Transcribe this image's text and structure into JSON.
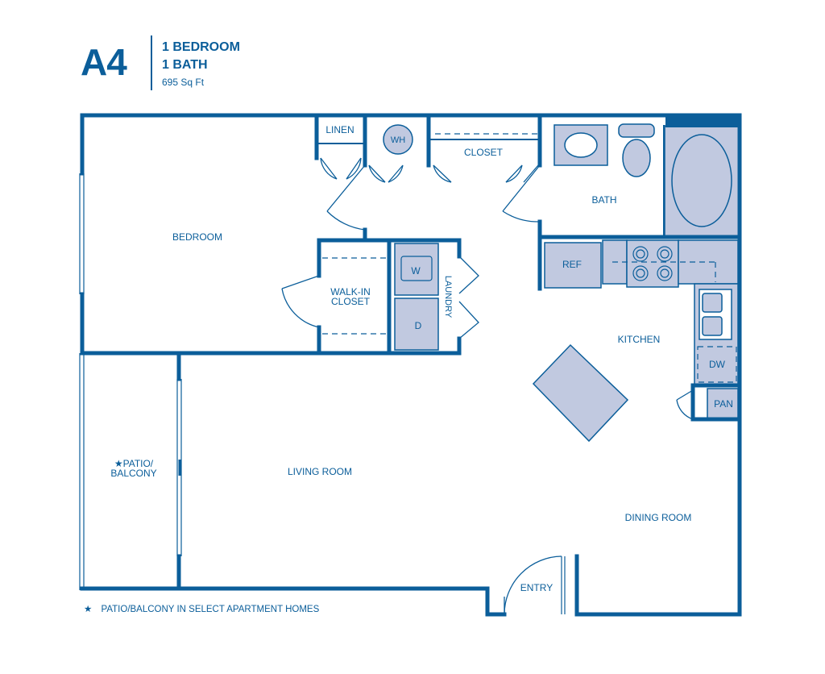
{
  "header": {
    "unit_code": "A4",
    "bedrooms": "1 BEDROOM",
    "baths": "1 BATH",
    "square_feet": "695 Sq Ft"
  },
  "rooms": {
    "bedroom": "BEDROOM",
    "linen": "LINEN",
    "water_heater": "WH",
    "closet": "CLOSET",
    "bath": "BATH",
    "walk_in_closet_line1": "WALK-IN",
    "walk_in_closet_line2": "CLOSET",
    "washer": "W",
    "dryer": "D",
    "laundry": "LAUNDRY",
    "refrigerator": "REF",
    "kitchen": "KITCHEN",
    "dishwasher": "DW",
    "pantry": "PAN",
    "patio_line1": "★PATIO/",
    "patio_line2": "BALCONY",
    "living_room": "LIVING ROOM",
    "dining_room": "DINING ROOM",
    "entry": "ENTRY"
  },
  "footnote": {
    "star": "★",
    "text": "PATIO/BALCONY IN SELECT APARTMENT HOMES"
  },
  "colors": {
    "wall": "#0b5e9a",
    "fixture_fill": "#c1c9e0",
    "background": "#ffffff"
  }
}
